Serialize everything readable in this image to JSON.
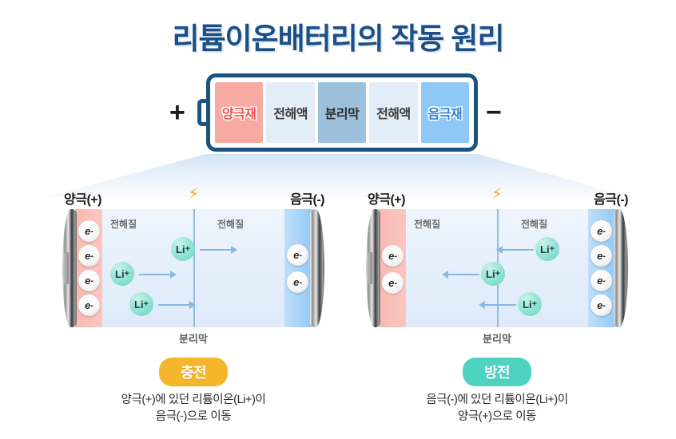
{
  "title": "리튬이온배터리의 작동 원리",
  "colors": {
    "title": "#1c4f87",
    "battery_border": "#1a5280",
    "cathode": "#f6aaa2",
    "cathode_text": "#ef4f4f",
    "electrolyte": "#e2edf8",
    "separator": "#9dc1dd",
    "anode": "#8ec8f8",
    "anode_text": "#2a7fd4",
    "li_ion": "#8fe3d4",
    "arrow": "#86b9e2",
    "bolt": "#f7a81b",
    "charge_pill": "#f6b62c",
    "discharge_pill": "#4ed3c2"
  },
  "battery": {
    "positive_terminal": "+",
    "negative_terminal": "−",
    "segments": [
      {
        "label": "양극재",
        "type": "cathode"
      },
      {
        "label": "전해액",
        "type": "electrolyte"
      },
      {
        "label": "분리막",
        "type": "separator"
      },
      {
        "label": "전해액",
        "type": "electrolyte"
      },
      {
        "label": "음극재",
        "type": "anode"
      }
    ]
  },
  "cells": [
    {
      "id": "charging",
      "positive_label": "양극(+)",
      "negative_label": "음극(-)",
      "bolt_icon": "lightning-bolt-icon",
      "electrolyte_left": "전해질",
      "electrolyte_right": "전해질",
      "separator_label": "분리막",
      "electron_symbol": "e",
      "electron_superscript": "-",
      "li_symbol": "Li",
      "li_superscript": "+",
      "electron_count_cathode": 4,
      "electron_count_anode": 2,
      "ion_direction": "right",
      "ion_count": 3
    },
    {
      "id": "discharging",
      "positive_label": "양극(+)",
      "negative_label": "음극(-)",
      "bolt_icon": "lightning-bolt-icon",
      "electrolyte_left": "전해질",
      "electrolyte_right": "전해질",
      "separator_label": "분리막",
      "electron_symbol": "e",
      "electron_superscript": "-",
      "li_symbol": "Li",
      "li_superscript": "+",
      "electron_count_cathode": 2,
      "electron_count_anode": 4,
      "ion_direction": "left",
      "ion_count": 3
    }
  ],
  "captions": [
    {
      "badge": "충전",
      "line1": "양극(+)에 있던 리튬이온(Li+)이",
      "line2": "음극(-)으로 이동"
    },
    {
      "badge": "방전",
      "line1": "음극(-)에 있던 리튬이온(Li+)이",
      "line2": "양극(+)으로 이동"
    }
  ]
}
